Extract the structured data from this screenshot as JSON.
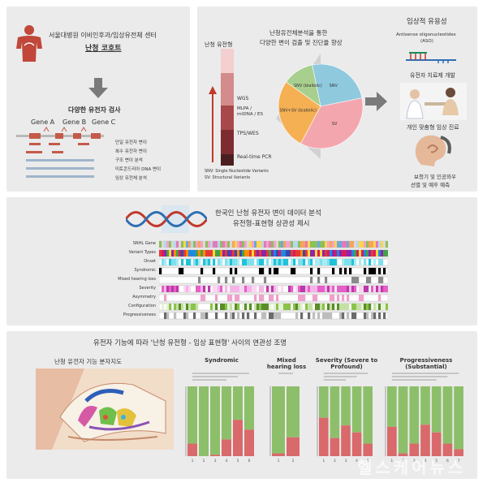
{
  "panel1": {
    "cohort_title_line1": "서울대병원 이비인후과/임상유전체 센터",
    "cohort_title_line2": "난청 코호트",
    "analysis_title": "다양한 유전자 검사",
    "genes": [
      "Gene A",
      "Gene B",
      "Gene C"
    ],
    "variant_labels": [
      "단일 유전자 변이",
      "복수 유전자 변이",
      "구조 변이 분석",
      "미토콘드리아 DNA 변이",
      "임상 유전체 분석"
    ]
  },
  "panel2": {
    "ladder_title": "난청 유전형",
    "tests": [
      "WGS",
      "MLPA / mtDNA / ES",
      "TPS/WES",
      "Real-time PCR"
    ],
    "legend_line1": "SNV: Single Nucleotide Variants",
    "legend_line2": "SV: Structural Variants",
    "pie_title_line1": "난청유전체분석을 통한",
    "pie_title_line2": "다양한 변이 검출 및 진단율 향상",
    "pie_slices": [
      {
        "label": "SNV",
        "value": 25,
        "color": "#8fc9de"
      },
      {
        "label": "SV",
        "value": 36,
        "color": "#f4a6ae"
      },
      {
        "label": "SNV+SV (biallelic)",
        "value": 27,
        "color": "#f5b054"
      },
      {
        "label": "SNV (biallelic)",
        "value": 12,
        "color": "#a8cf8e"
      }
    ]
  },
  "panel3": {
    "title": "임상적 유용성",
    "aso_line1": "Antisense oligonucleotides",
    "aso_line2": "(ASO)",
    "item1": "유전자 치료제 개발",
    "item2": "개인 맞춤형 임상 진료",
    "item3_line1": "보청기 및 인공와우",
    "item3_line2": "선별 및 예후 예측"
  },
  "panel4": {
    "title_line1": "한국인 난청 유전자 변이 데이터 분석",
    "title_line2": "유전형-표현형 상관성 제시",
    "tracks": [
      "SNHL Gene",
      "Variant Types",
      "Onset",
      "Syndromic",
      "Mixed hearing loss",
      "Severity",
      "Asymmetry",
      "Configuration",
      "Progressiveness"
    ],
    "track_colors": [
      [
        "#b7d7ec",
        "#f4a2c8",
        "#ffd54a",
        "#8dbf5a",
        "#d9d9d9",
        "#f7a35c",
        "#6ba9dc",
        "#e57ab8"
      ],
      [
        "#e53935",
        "#fb8c00",
        "#3949ab",
        "#8e24aa",
        "#fdd835",
        "#1e88e5",
        "#43a047",
        "#d81b60"
      ],
      [
        "#1fc3d9",
        "#7fe0ec",
        "#ffffff",
        "#a9ebf2"
      ],
      [
        "#000000",
        "#ffffff",
        "#ffffff",
        "#ffffff",
        "#ffffff"
      ],
      [
        "#8a8a8a",
        "#ffffff",
        "#ffffff",
        "#ffffff",
        "#ffffff",
        "#ffffff"
      ],
      [
        "#e65fc8",
        "#f5b4e6",
        "#b93aa8",
        "#ffffff",
        "#fbd6f1"
      ],
      [
        "#f0a0cc",
        "#ffffff",
        "#ffffff",
        "#ffffff"
      ],
      [
        "#8bc34a",
        "#c5e1a5",
        "#5a8d2a",
        "#ffffff",
        "#e6f3d6"
      ],
      [
        "#6b6b6b",
        "#ffffff",
        "#ffffff",
        "#ffffff",
        "#bdbdbd"
      ]
    ]
  },
  "panel5": {
    "title": "유전자 기능에 따라 '난청 유전형 - 임상 표현형' 사이의 연관성 조명",
    "cochlea_title": "난청 유전자 기능 분자지도",
    "charts": [
      {
        "title": "Syndromic",
        "bars": [
          {
            "x": "1",
            "pos": 0.18
          },
          {
            "x": "2",
            "pos": 0.0
          },
          {
            "x": "3",
            "pos": 0.02
          },
          {
            "x": "4",
            "pos": 0.24
          },
          {
            "x": "5",
            "pos": 0.52
          },
          {
            "x": "6",
            "pos": 0.38
          }
        ]
      },
      {
        "title": "Mixed hearing loss",
        "bars": [
          {
            "x": "1",
            "pos": 0.04
          },
          {
            "x": "2",
            "pos": 0.27
          }
        ]
      },
      {
        "title": "Severity (Severe to Profound)",
        "bars": [
          {
            "x": "1",
            "pos": 0.55
          },
          {
            "x": "2",
            "pos": 0.26
          },
          {
            "x": "3",
            "pos": 0.44
          },
          {
            "x": "4",
            "pos": 0.34
          },
          {
            "x": "5",
            "pos": 0.18
          }
        ]
      },
      {
        "title": "Progressiveness (Substantial)",
        "bars": [
          {
            "x": "1",
            "pos": 0.42
          },
          {
            "x": "2",
            "pos": 0.04
          },
          {
            "x": "3",
            "pos": 0.18
          },
          {
            "x": "4",
            "pos": 0.45
          },
          {
            "x": "5",
            "pos": 0.34
          },
          {
            "x": "6",
            "pos": 0.18
          },
          {
            "x": "7",
            "pos": 0.1
          }
        ]
      }
    ],
    "watermark": "헬스케어뉴스"
  },
  "chart_data": [
    {
      "type": "pie",
      "title": "",
      "categories": [
        "SNV",
        "SV",
        "SNV+SV (biallelic)",
        "SNV (biallelic)"
      ],
      "values": [
        25,
        36,
        27,
        12
      ]
    },
    {
      "type": "bar",
      "title": "Syndromic",
      "categories": [
        "1",
        "2",
        "3",
        "4",
        "5",
        "6"
      ],
      "values": [
        18,
        0,
        2,
        24,
        52,
        38
      ],
      "ylim": [
        0,
        100
      ]
    },
    {
      "type": "bar",
      "title": "Mixed hearing loss",
      "categories": [
        "1",
        "2"
      ],
      "values": [
        4,
        27
      ],
      "ylim": [
        0,
        100
      ]
    },
    {
      "type": "bar",
      "title": "Severity (Severe to Profound)",
      "categories": [
        "1",
        "2",
        "3",
        "4",
        "5"
      ],
      "values": [
        55,
        26,
        44,
        34,
        18
      ],
      "ylim": [
        0,
        100
      ]
    },
    {
      "type": "bar",
      "title": "Progressiveness (Substantial)",
      "categories": [
        "1",
        "2",
        "3",
        "4",
        "5",
        "6",
        "7"
      ],
      "values": [
        42,
        4,
        18,
        45,
        34,
        18,
        10
      ],
      "ylim": [
        0,
        100
      ]
    }
  ]
}
